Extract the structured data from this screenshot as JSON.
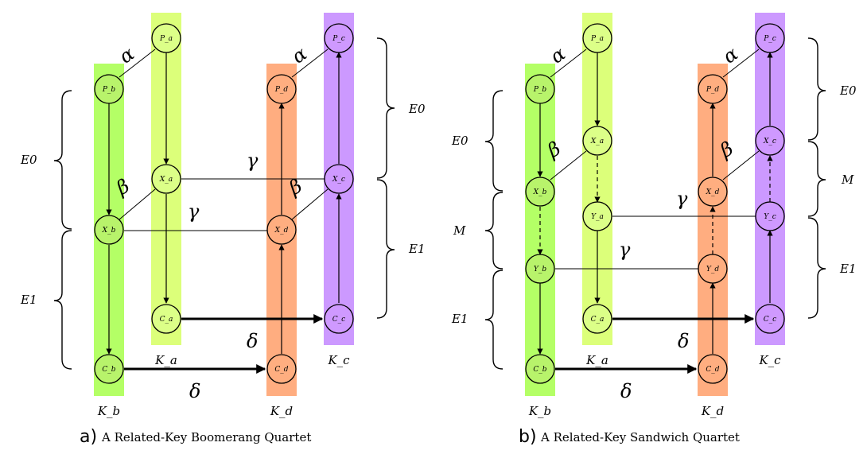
{
  "colors": {
    "green_dark": "#b4ff66",
    "green_light": "#dcff7a",
    "orange": "#ffad80",
    "purple": "#cc99ff",
    "node_green": "#b8f36b",
    "node_green_light": "#dcff88",
    "node_orange": "#ffae80",
    "node_purple": "#cf99ff"
  },
  "panel_a": {
    "caption_letter": "a)",
    "caption_text": "A Related-Key Boomerang Quartet",
    "keys": {
      "kb": "K_b",
      "ka": "K_a",
      "kd": "K_d",
      "kc": "K_c"
    },
    "nodes": {
      "pa": "P_a",
      "pb": "P_b",
      "pd": "P_d",
      "pc": "P_c",
      "xa": "X_a",
      "xb": "X_b",
      "xd": "X_d",
      "xc": "X_c",
      "ca": "C_a",
      "cb": "C_b",
      "cd": "C_d",
      "cc": "C_c"
    },
    "labels": {
      "alpha_left": "α",
      "alpha_right": "α",
      "beta_left": "β",
      "beta_right": "β",
      "gamma_top": "γ",
      "gamma_mid": "γ",
      "delta_top": "δ",
      "delta_bottom": "δ",
      "e0_left": "E0",
      "e1_left": "E1",
      "e0_right": "E0",
      "e1_right": "E1"
    }
  },
  "panel_b": {
    "caption_letter": "b)",
    "caption_text": "A Related-Key Sandwich Quartet",
    "keys": {
      "kb": "K_b",
      "ka": "K_a",
      "kd": "K_d",
      "kc": "K_c"
    },
    "nodes": {
      "pa": "P_a",
      "pb": "P_b",
      "pd": "P_d",
      "pc": "P_c",
      "xa": "X_a",
      "xb": "X_b",
      "xd": "X_d",
      "xc": "X_c",
      "ya": "Y_a",
      "yb": "Y_b",
      "yd": "Y_d",
      "yc": "Y_c",
      "ca": "C_a",
      "cb": "C_b",
      "cd": "C_d",
      "cc": "C_c"
    },
    "labels": {
      "alpha_left": "α",
      "alpha_right": "α",
      "beta_left": "β",
      "beta_right": "β",
      "gamma_top": "γ",
      "gamma_mid": "γ",
      "delta_top": "δ",
      "delta_bottom": "δ",
      "e0_left": "E0",
      "m_left": "M",
      "e1_left": "E1",
      "e0_right": "E0",
      "m_right": "M",
      "e1_right": "E1"
    }
  }
}
